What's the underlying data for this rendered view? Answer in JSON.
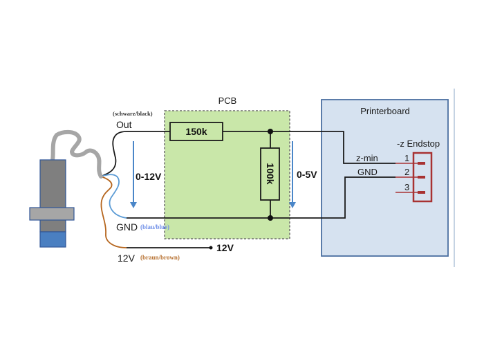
{
  "colors": {
    "wire_black": "#1a1a1a",
    "wire_blue": "#5b9bd5",
    "wire_brown": "#b5651d",
    "wire_red": "#a83232",
    "cable_gray": "#a6a6a6",
    "arrow_blue": "#4a86c8",
    "pcb_fill": "#c9e7a9",
    "printerboard_fill": "#d6e2f0",
    "printerboard_border": "#4a6fa0",
    "sensor_body": "#7f7f7f",
    "sensor_flange": "#a6a6a6",
    "sensor_cap": "#4a7fc1",
    "sensor_border": "#2f5597",
    "label_blue": "#6f8fe8",
    "label_brown": "#b87333",
    "label_black": "#333333"
  },
  "sensor": {
    "wires": {
      "out": {
        "label": "Out",
        "color_note": "(schwarz/black)"
      },
      "gnd": {
        "label": "GND",
        "color_note": "(blau/blue)"
      },
      "v12": {
        "label": "12V",
        "color_note": "(braun/brown)"
      }
    }
  },
  "pcb": {
    "title": "PCB",
    "r1": "150k",
    "r2": "100k",
    "input_voltage": "0-12V",
    "output_voltage": "0-5V",
    "supply_label": "12V"
  },
  "printerboard": {
    "title": "Printerboard",
    "connector_title": "-z Endstop",
    "signal_labels": [
      "z-min",
      "GND"
    ],
    "pins": [
      "1",
      "2",
      "3"
    ]
  }
}
